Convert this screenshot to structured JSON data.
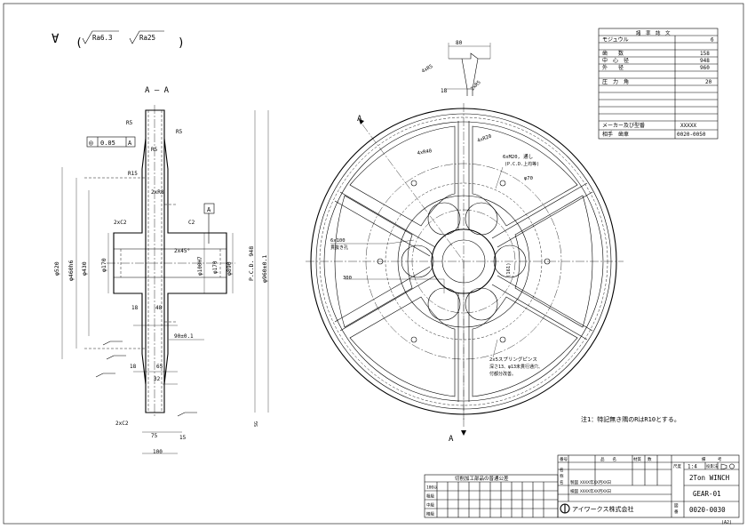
{
  "surface": {
    "symbol": "∀",
    "open": "(",
    "ra1": "Ra6.3",
    "ra2": "Ra25",
    "close": ")"
  },
  "section": {
    "title": "A — A"
  },
  "datum": {
    "label": "A"
  },
  "tolerance": {
    "symbol": "◎",
    "value": "0.05",
    "datum": "A"
  },
  "dims_left": {
    "r5a": "R5",
    "r5b": "R5",
    "r5c": "R5",
    "r15": "R15",
    "r80": "2xR8",
    "c2a": "2xC2",
    "c2": "C2",
    "c2b": "2xC2",
    "d520": "φ520",
    "d460": "φ460h6",
    "d430": "φ430",
    "d170": "φ170",
    "d100": "φ100H7",
    "d890": "φ890",
    "pcd": "P.C.D. 948",
    "d960": "φ960±0.1",
    "chamf": "2x45°",
    "d170b": "φ170",
    "w18a": "18",
    "w48": "48",
    "w90": "90±0.1",
    "w18b": "18",
    "w65": "65",
    "w32": "32",
    "w75": "75",
    "w15": "15",
    "w100": "100",
    "sg": "SG"
  },
  "dims_tooth": {
    "w80": "80",
    "r4x5": "4xR5",
    "r2x5": "2xR5",
    "h18": "18"
  },
  "front": {
    "a_top": "A",
    "a_bot": "A",
    "r40": "4xR40",
    "r20": "4xR20",
    "tap": "6xM20, 通し",
    "tap2": "(P.C.D.上均等)",
    "ang": "φ70",
    "holes": "6x100",
    "holes2": "貫抜き孔",
    "d300": "300",
    "d161": "(161)",
    "spring": "2x5スプリングピンス",
    "spring2": "深さ13、φ13未貫行通穴、",
    "spring3": "付都分改善。"
  },
  "spec": {
    "title": "諸　率　誌　文",
    "rows": [
      {
        "k": "モジュウル",
        "v": "6"
      },
      {
        "k": "歯　　数",
        "v": "158"
      },
      {
        "k": "中　心　径",
        "v": "948"
      },
      {
        "k": "外　　径",
        "v": "960"
      },
      {
        "k": "圧　力　角",
        "v": "20"
      }
    ],
    "maker_k": "メーカー及び型番",
    "maker_v": "XXXXX",
    "mate_k": "相手　歯車",
    "mate_v": "0020-0050"
  },
  "note": "注1：特記無き隅のRはR10とする。",
  "rev_block": {
    "title": "切削加工部品の普通公差",
    "row_labels": [
      "100以",
      "粗級",
      "中級",
      "精級"
    ]
  },
  "title_block": {
    "h_no": "番号",
    "h_name": "品　　名",
    "h_mat": "材質",
    "h_qty": "数",
    "h_note": "備　　　考",
    "scale_k": "尺度",
    "scale_v": "1:4",
    "proj_k": "投影法",
    "design": "XXXX年XX月XX日",
    "check": "XXXX年XX月XX日",
    "lab1": "製図",
    "lab2": "検図",
    "name": "2Ton WINCH",
    "part": "GEAR-01",
    "company": "アイワークス株式会社",
    "drawing_no": "0020-0030",
    "small_col": [
      "名",
      "称",
      "名"
    ],
    "rev_col": [
      "図",
      "番"
    ],
    "size": "(A2)"
  }
}
